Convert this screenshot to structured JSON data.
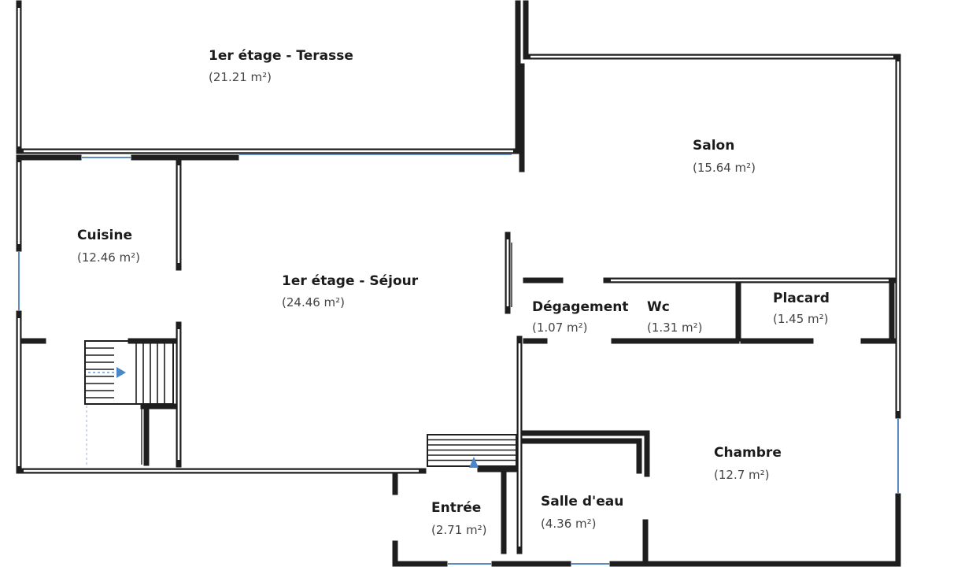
{
  "rooms": [
    {
      "id": "terasse",
      "name": "1er étage - Terasse",
      "area": "(21.21 m²)"
    },
    {
      "id": "salon",
      "name": "Salon",
      "area": "(15.64 m²)"
    },
    {
      "id": "cuisine",
      "name": "Cuisine",
      "area": "(12.46 m²)"
    },
    {
      "id": "sejour",
      "name": "1er étage - Séjour",
      "area": "(24.46 m²)"
    },
    {
      "id": "degagement",
      "name": "Dégagement",
      "area": "(1.07 m²)"
    },
    {
      "id": "wc",
      "name": "Wc",
      "area": "(1.31 m²)"
    },
    {
      "id": "placard",
      "name": "Placard",
      "area": "(1.45 m²)"
    },
    {
      "id": "chambre",
      "name": "Chambre",
      "area": "(12.7 m²)"
    },
    {
      "id": "entree",
      "name": "Entrée",
      "area": "(2.71 m²)"
    },
    {
      "id": "salle-eau",
      "name": "Salle d'eau",
      "area": "(4.36 m²)"
    }
  ],
  "colors": {
    "wall": "#1e1e1e",
    "window": "#5b8ac7",
    "stair_arrow": "#4a86c8"
  }
}
